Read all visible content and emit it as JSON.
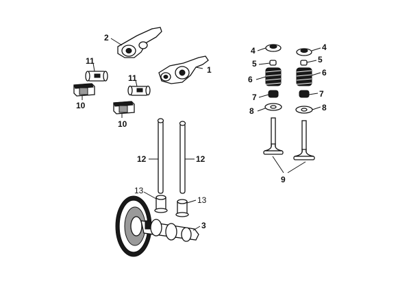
{
  "callouts": {
    "rocker_arm_right": "1",
    "rocker_arm_left": "2",
    "camshaft": "3",
    "spring_retainer_left": "4",
    "spring_retainer_right": "4",
    "valve_keeper_left": "5",
    "valve_keeper_right": "5",
    "valve_spring_left": "6",
    "valve_spring_right": "6",
    "valve_seal_left": "7",
    "valve_seal_right": "7",
    "spring_seat_left": "8",
    "spring_seat_right": "8",
    "valves": "9",
    "rocker_block_upper": "10",
    "rocker_block_lower": "10",
    "rocker_shaft_upper": "11",
    "rocker_shaft_lower": "11",
    "pushrod_left": "12",
    "pushrod_right": "12",
    "tappet_left": "13",
    "tappet_right": "13"
  }
}
